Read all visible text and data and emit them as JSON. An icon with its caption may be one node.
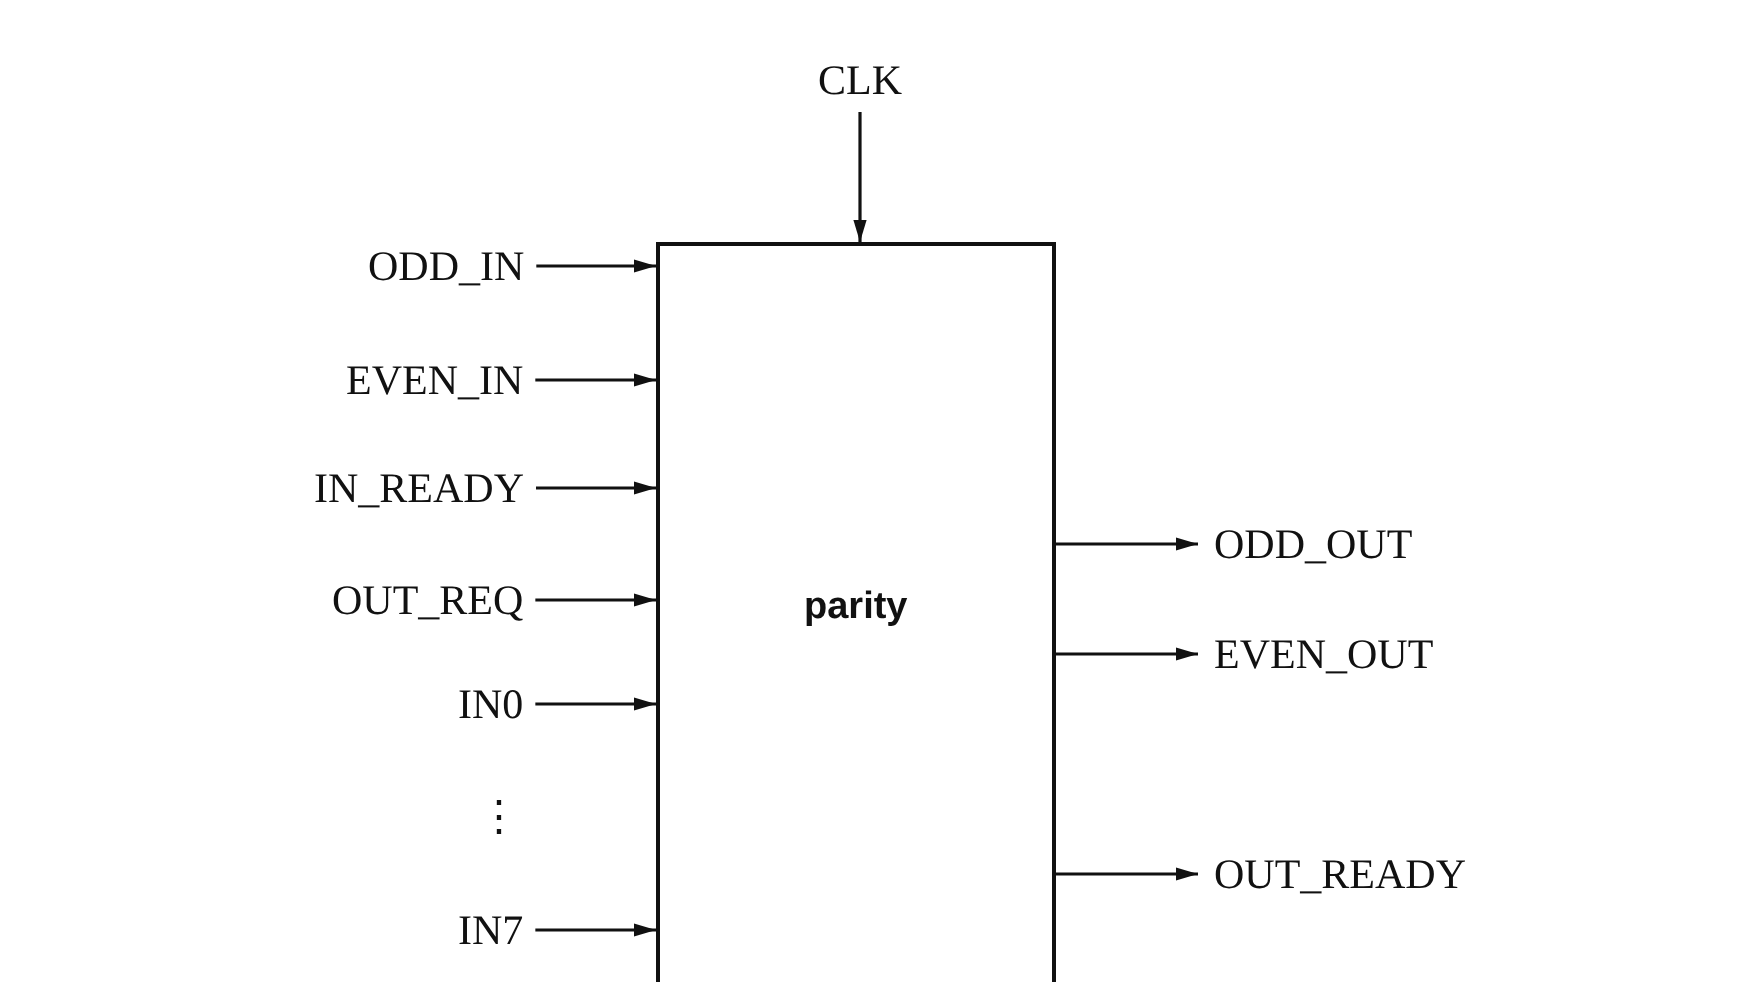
{
  "diagram": {
    "nodes": [
      {
        "text": [
          "CLK"
        ]
      },
      {
        "text": [
          "parity"
        ]
      },
      {
        "text": [
          "ODD_IN"
        ]
      },
      {
        "text": [
          "EVEN_IN"
        ]
      },
      {
        "text": [
          "IN_READY"
        ]
      },
      {
        "text": [
          "OUT_REQ"
        ]
      },
      {
        "text": [
          "IN0"
        ]
      },
      {
        "text": [
          "IN7"
        ]
      },
      {
        "text": [
          "ODD_OUT"
        ]
      },
      {
        "text": [
          "EVEN_OUT"
        ]
      },
      {
        "text": [
          "OUT_READY"
        ]
      }
    ],
    "edges": [
      {
        "from": 0,
        "to": 1,
        "arrow": "to"
      },
      {
        "from": 2,
        "to": 1,
        "arrow": "to"
      },
      {
        "from": 3,
        "to": 1,
        "arrow": "to"
      },
      {
        "from": 4,
        "to": 1,
        "arrow": "to"
      },
      {
        "from": 5,
        "to": 1,
        "arrow": "to"
      },
      {
        "from": 6,
        "to": 1,
        "arrow": "to"
      },
      {
        "from": 7,
        "to": 1,
        "arrow": "to"
      },
      {
        "from": 1,
        "to": 8,
        "arrow": "to"
      },
      {
        "from": 1,
        "to": 9,
        "arrow": "to"
      },
      {
        "from": 1,
        "to": 10,
        "arrow": "to"
      }
    ],
    "labels": [
      "⋮"
    ]
  }
}
